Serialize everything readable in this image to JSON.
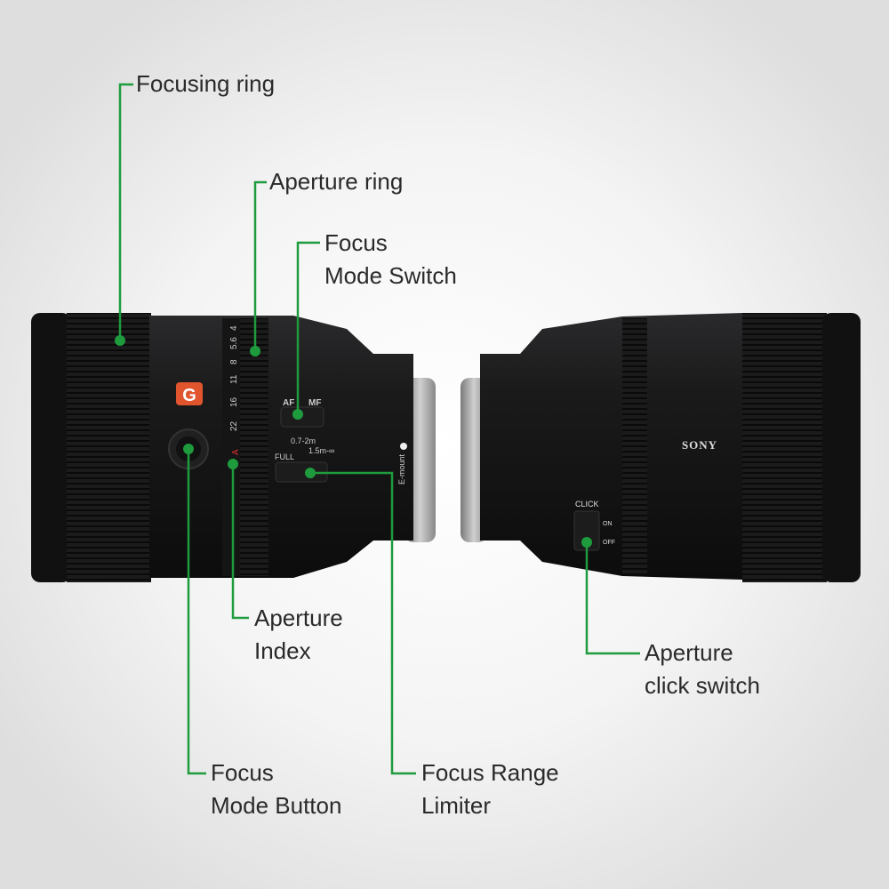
{
  "accent_color": "#1e9b3c",
  "callouts": {
    "focusing_ring": [
      "Focusing ring"
    ],
    "aperture_ring": [
      "Aperture ring"
    ],
    "focus_mode_switch": [
      "Focus",
      "Mode Switch"
    ],
    "aperture_index": [
      "Aperture",
      "Index"
    ],
    "focus_mode_button": [
      "Focus",
      "Mode Button"
    ],
    "focus_range_limiter": [
      "Focus Range",
      "Limiter"
    ],
    "aperture_click_switch": [
      "Aperture",
      "click switch"
    ]
  },
  "lens_markings": {
    "badge": "G",
    "aperture_scale": [
      "22",
      "16",
      "11",
      "8",
      "5.6",
      "4"
    ],
    "aperture_auto": "A",
    "af_mf": "AF",
    "mf": "MF",
    "range_near": "0.7-2m",
    "range_full": "FULL",
    "range_far": "1.5m-∞",
    "mount": "E-mount",
    "brand": "SONY",
    "click": "CLICK",
    "on": "ON",
    "off": "OFF"
  }
}
